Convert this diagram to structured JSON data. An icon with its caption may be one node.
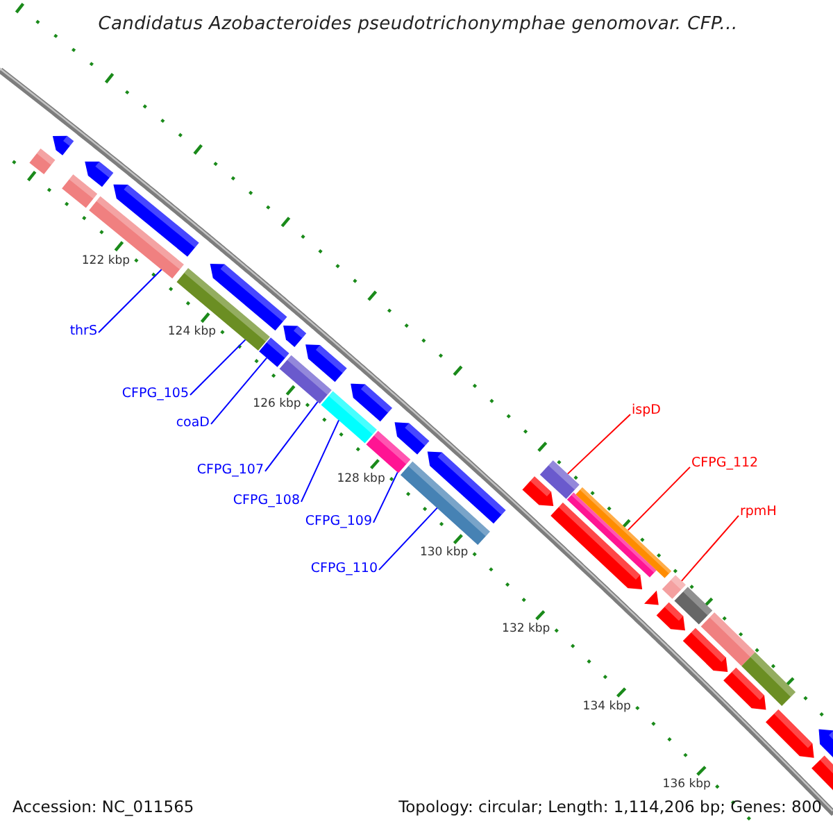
{
  "diagram": {
    "title": "Candidatus Azobacteroides pseudotrichonymphae genomovar. CFP...",
    "nodes": [
      {
        "text": [
          "thrS"
        ]
      },
      {
        "text": [
          "CFPG_105"
        ]
      },
      {
        "text": [
          "coaD"
        ]
      },
      {
        "text": [
          "CFPG_107"
        ]
      },
      {
        "text": [
          "CFPG_108"
        ]
      },
      {
        "text": [
          "CFPG_109"
        ]
      },
      {
        "text": [
          "CFPG_110"
        ]
      },
      {
        "text": [
          "ispD"
        ]
      },
      {
        "text": [
          "CFPG_112"
        ]
      },
      {
        "text": [
          "rpmH"
        ]
      },
      {
        "text": [],
        "shape": "bar"
      },
      {
        "text": [],
        "shape": "pentagon"
      },
      {
        "text": [],
        "shape": "bar"
      },
      {
        "text": [],
        "shape": "pentagon"
      },
      {
        "text": [],
        "shape": "bar"
      },
      {
        "text": [],
        "shape": "pentagon"
      },
      {
        "text": [],
        "shape": "bar"
      },
      {
        "text": [],
        "shape": "pentagon"
      },
      {
        "text": [],
        "shape": "bar"
      },
      {
        "text": [],
        "shape": "pentagon"
      },
      {
        "text": [],
        "shape": "bar"
      },
      {
        "text": [],
        "shape": "pentagon"
      },
      {
        "text": [],
        "shape": "bar"
      },
      {
        "text": [],
        "shape": "pentagon"
      },
      {
        "text": [],
        "shape": "bar"
      },
      {
        "text": [],
        "shape": "pentagon"
      },
      {
        "text": [],
        "shape": "bar"
      },
      {
        "text": [],
        "shape": "pentagon"
      },
      {
        "text": [],
        "shape": "pentagon"
      },
      {
        "text": [],
        "shape": "bar"
      },
      {
        "text": [],
        "shape": "pentagon"
      },
      {
        "text": [],
        "shape": "bar"
      },
      {
        "text": [],
        "shape": "bar"
      },
      {
        "text": [],
        "shape": "triangle"
      },
      {
        "text": [],
        "shape": "bar"
      },
      {
        "text": [],
        "shape": "pentagon"
      },
      {
        "text": [],
        "shape": "bar"
      },
      {
        "text": [],
        "shape": "pentagon"
      },
      {
        "text": [],
        "shape": "bar"
      },
      {
        "text": [],
        "shape": "pentagon"
      },
      {
        "text": [],
        "shape": "bar"
      },
      {
        "text": [],
        "shape": "pentagon"
      },
      {
        "text": [],
        "shape": "pentagon"
      },
      {
        "text": [],
        "shape": "pentagon"
      }
    ],
    "edges": [
      {
        "from": 0,
        "to": 14,
        "arrow": "none"
      },
      {
        "from": 1,
        "to": 16,
        "arrow": "none"
      },
      {
        "from": 2,
        "to": 18,
        "arrow": "none"
      },
      {
        "from": 3,
        "to": 20,
        "arrow": "none"
      },
      {
        "from": 4,
        "to": 22,
        "arrow": "none"
      },
      {
        "from": 5,
        "to": 24,
        "arrow": "none"
      },
      {
        "from": 6,
        "to": 26,
        "arrow": "none"
      },
      {
        "from": 7,
        "to": 29,
        "arrow": "none",
        "color": "#ff0000"
      },
      {
        "from": 8,
        "to": 32,
        "arrow": "none",
        "color": "#ff0000"
      },
      {
        "from": 9,
        "to": 34,
        "arrow": "none",
        "color": "#ff0000"
      }
    ],
    "labels": [
      "122 kbp",
      "124 kbp",
      "126 kbp",
      "128 kbp",
      "130 kbp",
      "132 kbp",
      "134 kbp",
      "136 kbp",
      "Accession: NC_011565",
      "Topology: circular; Length: 1,114,206 bp; Genes: 800"
    ]
  }
}
